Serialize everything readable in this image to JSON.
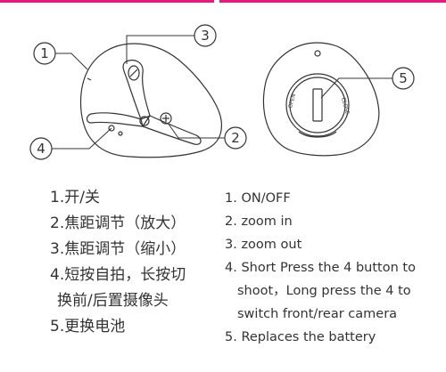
{
  "callouts": {
    "c1": "1",
    "c2": "2",
    "c3": "3",
    "c4": "4",
    "c5": "5"
  },
  "latch": {
    "open": "OPEN",
    "close": "CLOSE"
  },
  "cn": {
    "i1": "1.开/关",
    "i2": "2.焦距调节（放大）",
    "i3": "3.焦距调节（缩小）",
    "i4a": "4.短按自拍，长按切",
    "i4b": "换前/后置摄像头",
    "i5": "5.更换电池"
  },
  "en": {
    "i1": "1. ON/OFF",
    "i2": "2. zoom in",
    "i3": "3. zoom out",
    "i4a": "4. Short Press the 4 button to",
    "i4b": "shoot，Long press the 4 to",
    "i4c": "switch front/rear camera",
    "i5": "5. Replaces the battery"
  },
  "colors": {
    "accent": "#e8197c",
    "line": "#333333",
    "text": "#333333"
  }
}
